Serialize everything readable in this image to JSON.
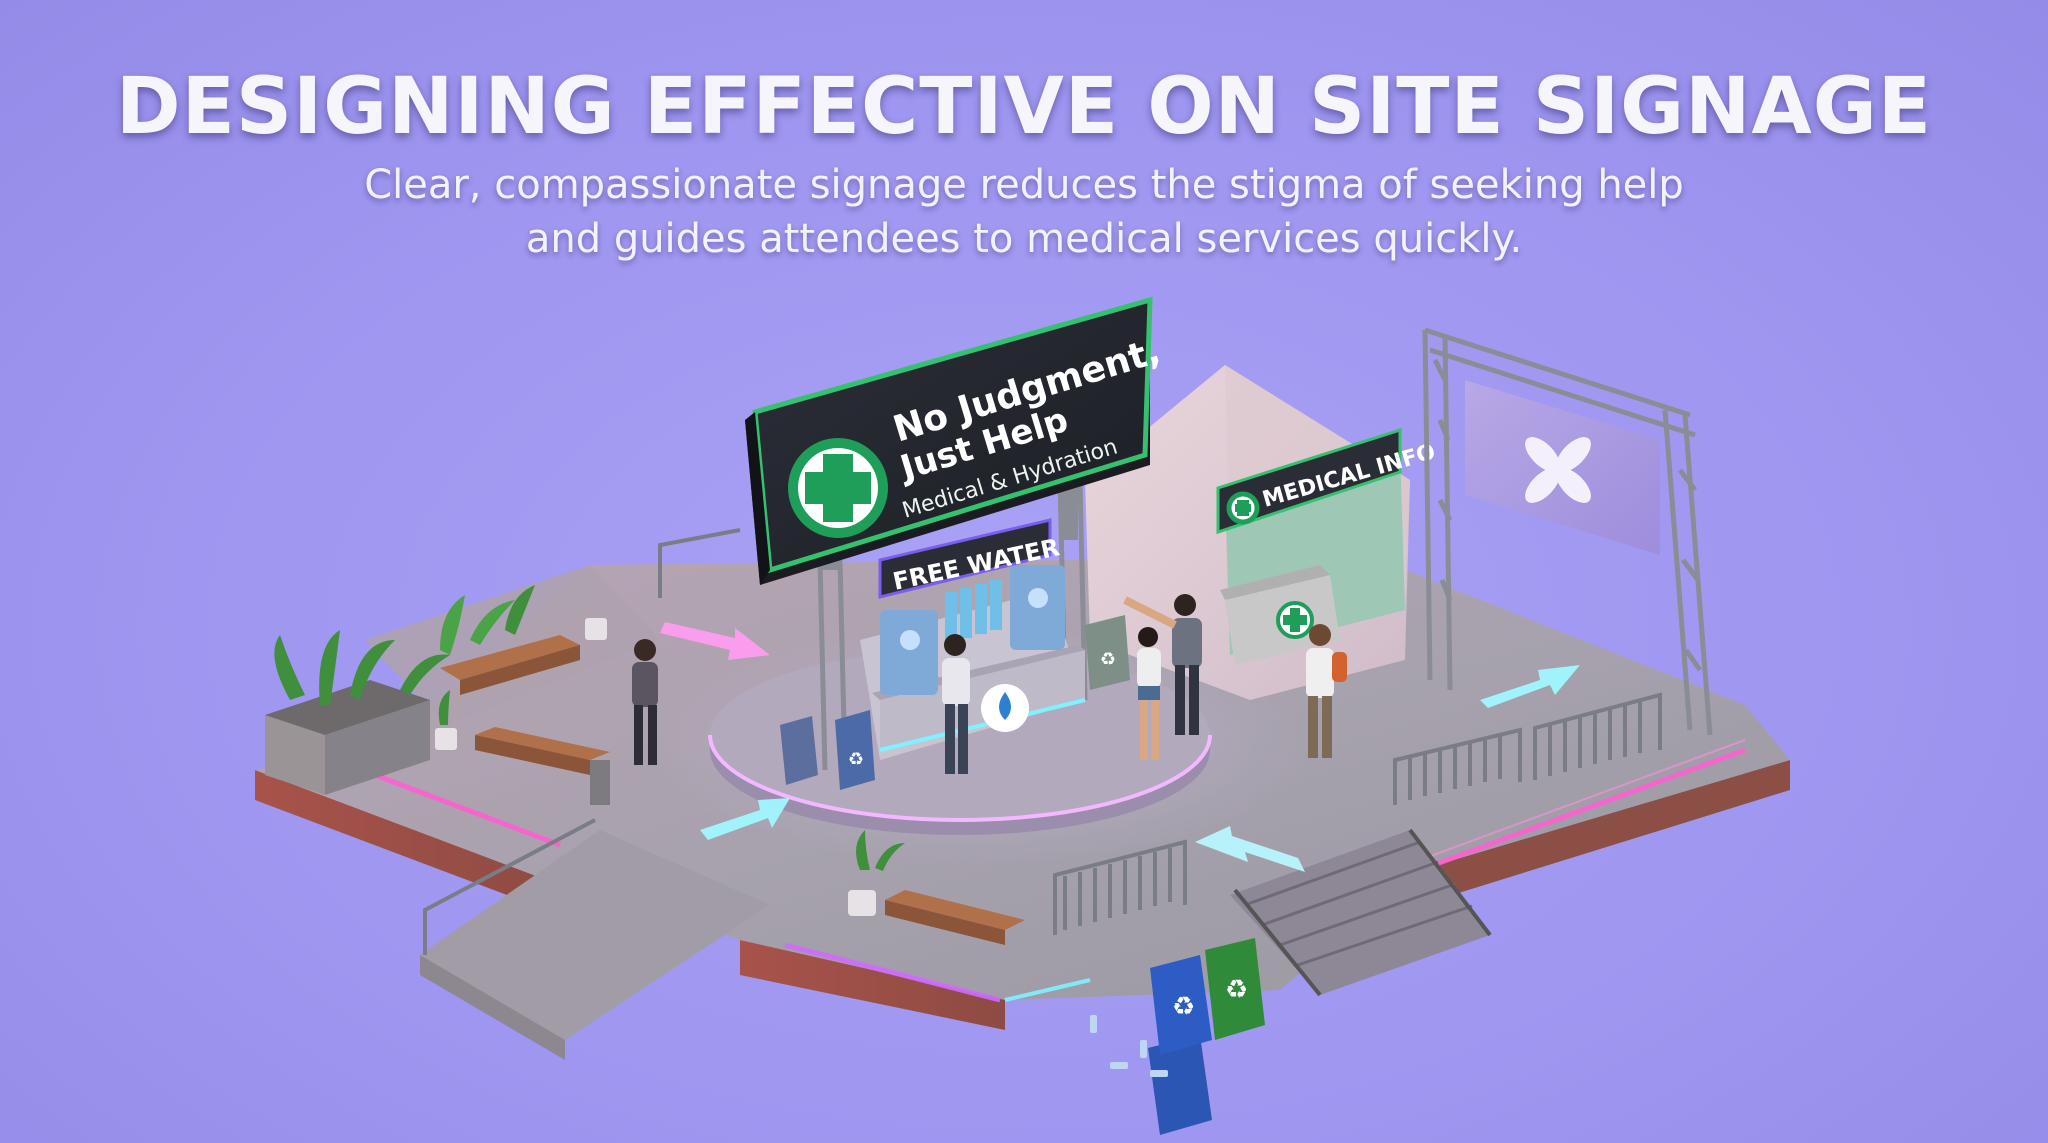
{
  "header": {
    "title": "DESIGNING EFFECTIVE ON SITE SIGNAGE",
    "subtitle_line1": "Clear, compassionate signage reduces the stigma of seeking help",
    "subtitle_line2": "and guides attendees to medical services quickly."
  },
  "main_sign": {
    "line1": "No Judgment,",
    "line2": "Just Help",
    "line3": "Medical & Hydration"
  },
  "water_sign": {
    "label": "FREE WATER"
  },
  "tent_sign": {
    "label": "MEDICAL INFO"
  },
  "colors": {
    "background": "#9f97f0",
    "sign_green": "#1f9e5a",
    "neon_pink": "#ff5fd2",
    "neon_cyan": "#7ef3ff",
    "arrow_cyan": "#9ff7ff",
    "arrow_pink": "#ff9df0"
  },
  "icons": [
    "medical-cross-icon",
    "water-drop-icon",
    "recycle-icon",
    "banner-flower-icon"
  ]
}
